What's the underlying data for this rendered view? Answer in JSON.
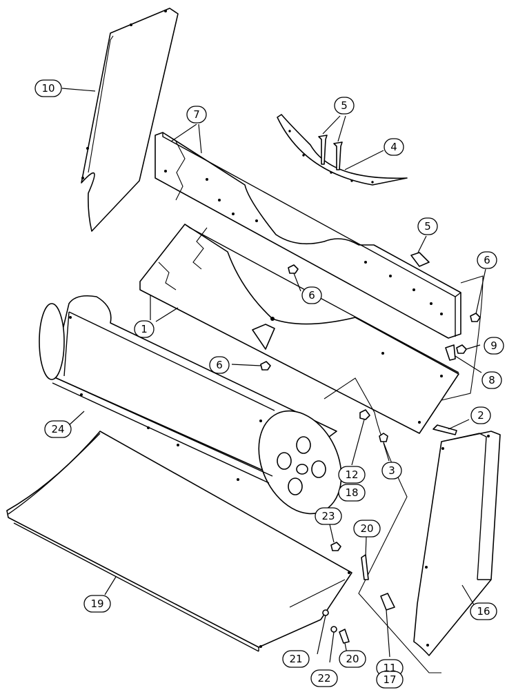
{
  "callouts": [
    {
      "id": "c10",
      "text": "10"
    },
    {
      "id": "c5a",
      "text": "5"
    },
    {
      "id": "c4",
      "text": "4"
    },
    {
      "id": "c7",
      "text": "7"
    },
    {
      "id": "c5b",
      "text": "5"
    },
    {
      "id": "c6a",
      "text": "6"
    },
    {
      "id": "c6b",
      "text": "6"
    },
    {
      "id": "c1",
      "text": "1"
    },
    {
      "id": "c9",
      "text": "9"
    },
    {
      "id": "c6c",
      "text": "6"
    },
    {
      "id": "c8",
      "text": "8"
    },
    {
      "id": "c2",
      "text": "2"
    },
    {
      "id": "c24",
      "text": "24"
    },
    {
      "id": "c3",
      "text": "3"
    },
    {
      "id": "c12",
      "text": "12"
    },
    {
      "id": "c18",
      "text": "18"
    },
    {
      "id": "c23",
      "text": "23"
    },
    {
      "id": "c20a",
      "text": "20"
    },
    {
      "id": "c19",
      "text": "19"
    },
    {
      "id": "c16",
      "text": "16"
    },
    {
      "id": "c11",
      "text": "11"
    },
    {
      "id": "c17",
      "text": "17"
    },
    {
      "id": "c21",
      "text": "21"
    },
    {
      "id": "c22",
      "text": "22"
    },
    {
      "id": "c20b",
      "text": "20"
    }
  ]
}
